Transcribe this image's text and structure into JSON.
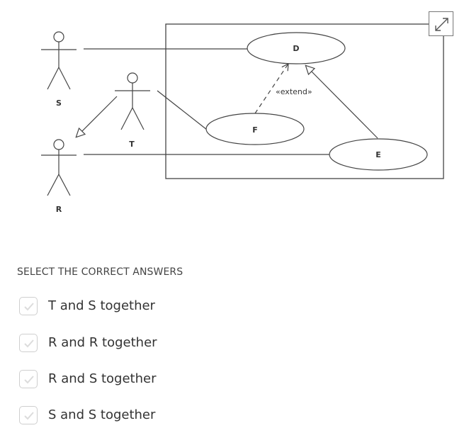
{
  "diagram": {
    "actors": [
      {
        "id": "S",
        "label": "S"
      },
      {
        "id": "T",
        "label": "T"
      },
      {
        "id": "R",
        "label": "R"
      }
    ],
    "use_cases": [
      {
        "id": "D",
        "label": "D"
      },
      {
        "id": "F",
        "label": "F"
      },
      {
        "id": "E",
        "label": "E"
      }
    ],
    "extend_label": "«extend»"
  },
  "question": {
    "prompt": "SELECT THE CORRECT ANSWERS",
    "options": [
      {
        "label": "T and S together"
      },
      {
        "label": "R and R together"
      },
      {
        "label": "R and S together"
      },
      {
        "label": "S and S together"
      }
    ]
  },
  "icons": {
    "expand": "expand-icon",
    "checkbox_mark": "check-icon"
  },
  "colors": {
    "line": "#444444",
    "checkbox_border": "#cfcfcf",
    "checkbox_mark": "#dcdcdc"
  }
}
